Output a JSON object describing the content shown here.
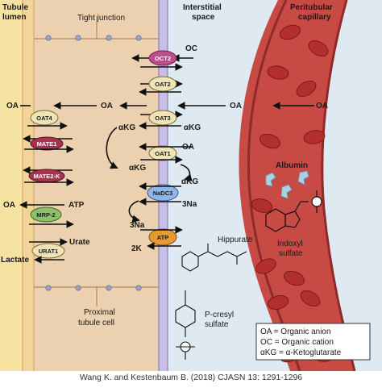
{
  "regions": {
    "tubule_lumen": [
      "Tubule",
      "lumen"
    ],
    "tight_junction": "Tight junction",
    "interstitial_space": [
      "Interstitial",
      "space"
    ],
    "peritubular_capillary": [
      "Peritubular",
      "capillary"
    ],
    "proximal_tubule_cell": [
      "Proximal",
      "tubule cell"
    ]
  },
  "transporters": {
    "oct2": "OCT2",
    "oat2": "OAT2",
    "oat3": "OAT3",
    "oat1": "OAT1",
    "nadc3": "NaDC3",
    "atp": "ATP",
    "oat4": "OAT4",
    "mate1": "MATE1",
    "mate2k": "MATE2-K",
    "mrp2": "MRP-2",
    "urat1": "URAT1"
  },
  "labels": {
    "oc": "OC",
    "oa": "OA",
    "akg": "αKG",
    "na3": "3Na",
    "k2": "2K",
    "atp": "ATP",
    "urate": "Urate",
    "lactate": "Lactate"
  },
  "compounds": {
    "albumin": "Albumin",
    "indoxyl_sulfate": [
      "Indoxyl",
      "sulfate"
    ],
    "hippurate": "Hippurate",
    "pcresyl_sulfate": [
      "P-cresyl",
      "sulfate"
    ]
  },
  "legend": [
    "OA = Organic anion",
    "OC = Organic cation",
    "αKG = α-Ketoglutarate"
  ],
  "citation": "Wang K. and Kestenbaum B. (2018) CJASN 13: 1291-1296",
  "colors": {
    "lumen": "#f6e3a2",
    "cell": "#ecd1b0",
    "interstitial": "#dfe9f1",
    "capillary": "#c84a45",
    "rbc": "#b22f2c",
    "membrane": "#c9bfe6",
    "oct2": "#c04c8e",
    "oat_beige": "#efe4b8",
    "nadc3": "#8fb6e8",
    "atp_orange": "#e59a33",
    "mate": "#a8324f",
    "green": "#8cc06a",
    "albumin": "#a9d1e6"
  }
}
